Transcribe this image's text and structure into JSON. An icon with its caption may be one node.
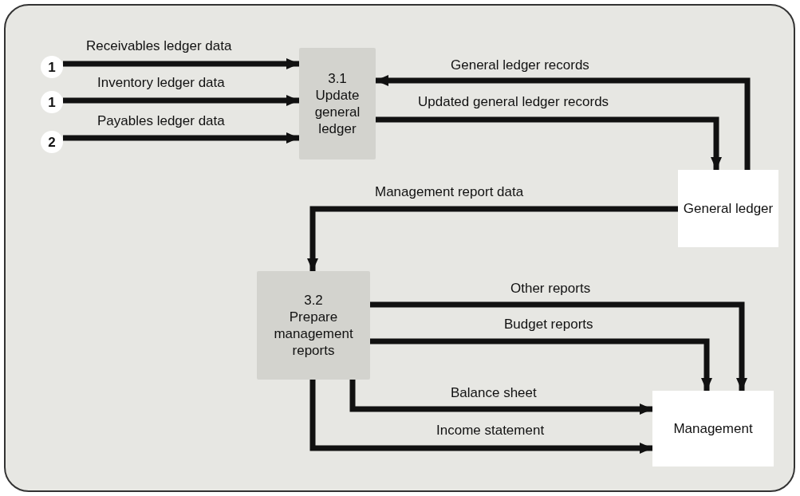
{
  "diagram": {
    "nodes": [
      {
        "text": [
          "1"
        ]
      },
      {
        "text": [
          "1"
        ]
      },
      {
        "text": [
          "2"
        ]
      },
      {
        "text": [
          "3.1",
          "Update general ledger"
        ]
      },
      {
        "text": [
          "General ledger"
        ]
      },
      {
        "text": [
          "3.2",
          "Prepare management reports"
        ]
      },
      {
        "text": [
          "Management"
        ]
      }
    ],
    "edges": [
      {
        "from": 0,
        "to": 3,
        "arrow": "to",
        "label": "Receivables ledger data"
      },
      {
        "from": 1,
        "to": 3,
        "arrow": "to",
        "label": "Inventory ledger data"
      },
      {
        "from": 2,
        "to": 3,
        "arrow": "to",
        "label": "Payables ledger data"
      },
      {
        "from": 4,
        "to": 3,
        "arrow": "to",
        "label": "General ledger records"
      },
      {
        "from": 3,
        "to": 4,
        "arrow": "to",
        "label": "Updated general ledger records"
      },
      {
        "from": 4,
        "to": 5,
        "arrow": "to",
        "label": "Management report data"
      },
      {
        "from": 5,
        "to": 6,
        "arrow": "to",
        "label": "Other reports"
      },
      {
        "from": 5,
        "to": 6,
        "arrow": "to",
        "label": "Budget reports"
      },
      {
        "from": 5,
        "to": 6,
        "arrow": "to",
        "label": "Balance sheet"
      },
      {
        "from": 5,
        "to": 6,
        "arrow": "to",
        "label": "Income statement"
      }
    ]
  }
}
